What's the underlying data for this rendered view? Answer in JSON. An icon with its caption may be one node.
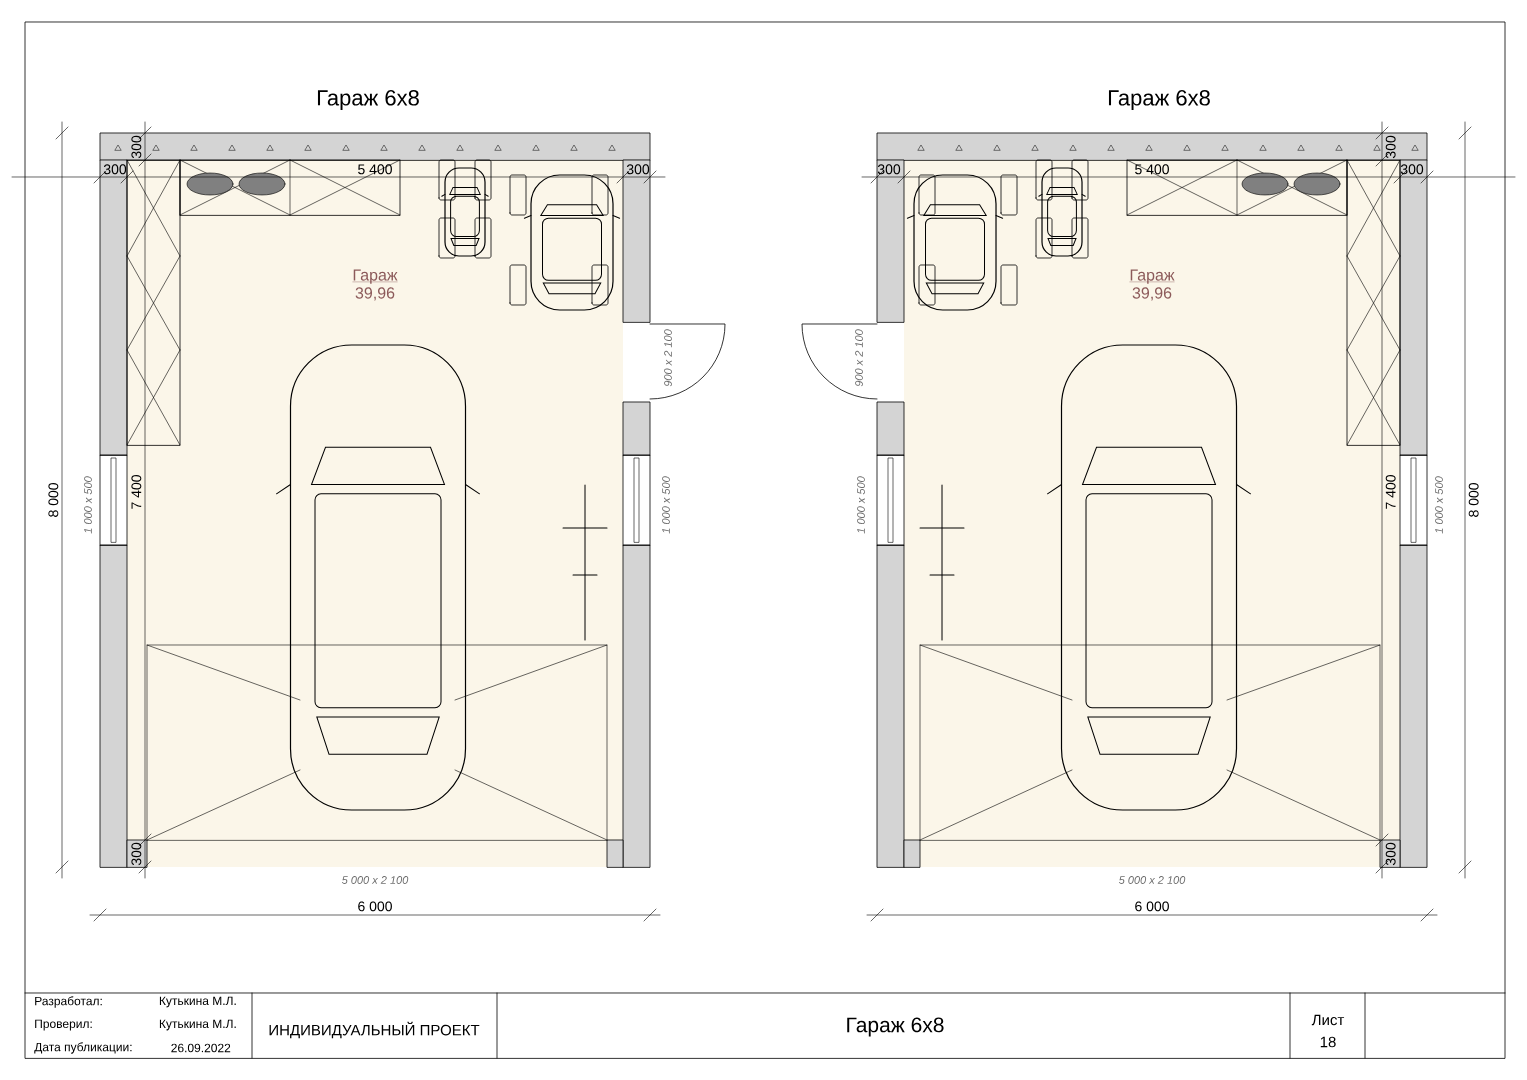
{
  "diagram": {
    "nodes": [
      {
        "text": [
          "Гараж",
          "39,96"
        ]
      },
      {
        "text": [
          "Гараж",
          "39,96"
        ]
      }
    ],
    "labels": [
      "Гараж 6х8",
      "300",
      "300",
      "5 400",
      "300",
      "900 x 2 100",
      "1 000 x 500",
      "7 400",
      "1 000 x 500",
      "8 000",
      "300",
      "5 000 x 2 100",
      "6 000",
      "Гараж 6х8",
      "300",
      "300",
      "5 400",
      "300",
      "900 x 2 100",
      "1 000 x 500",
      "7 400",
      "1 000 x 500",
      "8 000",
      "300",
      "5 000 x 2 100",
      "6 000",
      "Разработал:",
      "Кутькина М.Л.",
      "Проверил:",
      "Кутькина М.Л.",
      "Дата публикации:",
      "26.09.2022",
      "ИНДИВИДУАЛЬНЫЙ ПРОЕКТ",
      "Гараж 6х8",
      "Лист",
      "18"
    ]
  }
}
